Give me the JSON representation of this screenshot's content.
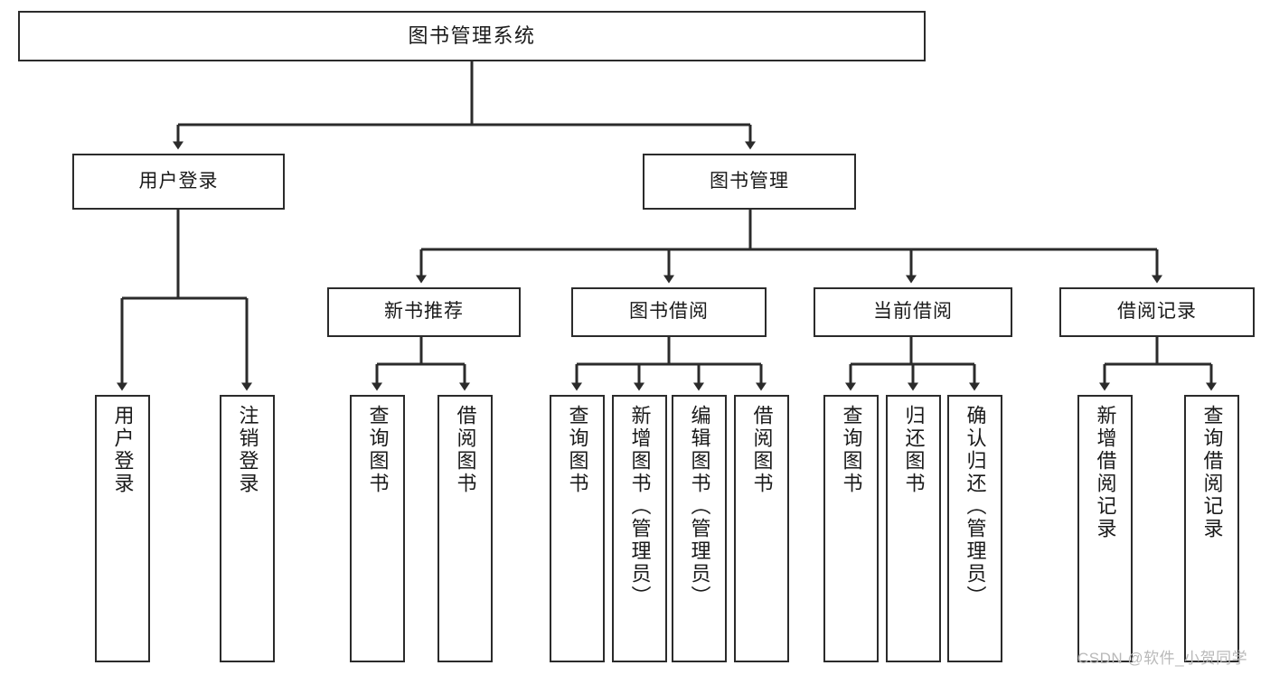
{
  "diagram": {
    "title": "图书管理系统",
    "type": "tree-hierarchy-chart",
    "root": {
      "label": "图书管理系统"
    },
    "level2": [
      {
        "label": "用户登录"
      },
      {
        "label": "图书管理"
      }
    ],
    "level3": [
      {
        "label": "新书推荐"
      },
      {
        "label": "图书借阅"
      },
      {
        "label": "当前借阅"
      },
      {
        "label": "借阅记录"
      }
    ],
    "leaves": {
      "user_login": [
        {
          "label": "用户登录"
        },
        {
          "label": "注销登录"
        }
      ],
      "new_book_recommend": [
        {
          "label": "查询图书"
        },
        {
          "label": "借阅图书"
        }
      ],
      "book_borrow": [
        {
          "label": "查询图书"
        },
        {
          "label": "新增图书（管理员）"
        },
        {
          "label": "编辑图书（管理员）"
        },
        {
          "label": "借阅图书"
        }
      ],
      "current_borrow": [
        {
          "label": "查询图书"
        },
        {
          "label": "归还图书"
        },
        {
          "label": "确认归还（管理员）"
        }
      ],
      "borrow_record": [
        {
          "label": "新增借阅记录"
        },
        {
          "label": "查询借阅记录"
        }
      ]
    }
  },
  "watermark": {
    "text": "CSDN @软件_小贺同学"
  },
  "colors": {
    "background": "#ffffff",
    "box_border": "#2b2b2b",
    "box_fill": "#ffffff",
    "text": "#1a1a1a",
    "edge": "#2b2b2b",
    "watermark": "#b9b9b9"
  }
}
